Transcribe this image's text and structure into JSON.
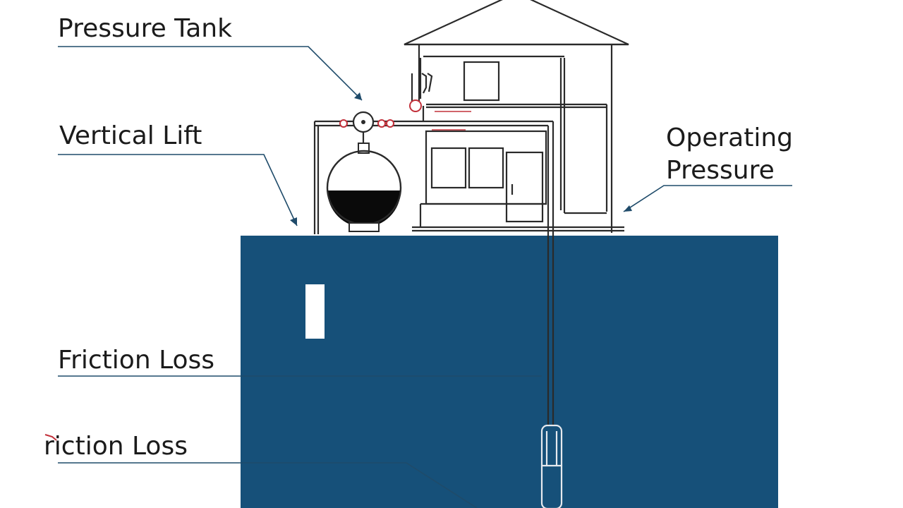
{
  "labels": {
    "pressure_tank": "Pressure Tank",
    "vertical_lift": "Vertical Lift",
    "operating_pressure_line1": "Operating",
    "operating_pressure_line2": "Pressure",
    "friction_loss_upper": "Friction Loss",
    "friction_loss_lower": "riction Loss"
  },
  "colors": {
    "ground": "#165079",
    "leader_line": "#1f4b6a",
    "house_line": "#2a2a2a",
    "tank_water": "#0a0a0a",
    "valve_accent": "#c2303a",
    "background": "#ffffff"
  },
  "icons": {
    "house": "house-icon",
    "tank": "pressure-tank-icon",
    "pump": "submersible-pump-icon",
    "valve": "valve-icon"
  }
}
